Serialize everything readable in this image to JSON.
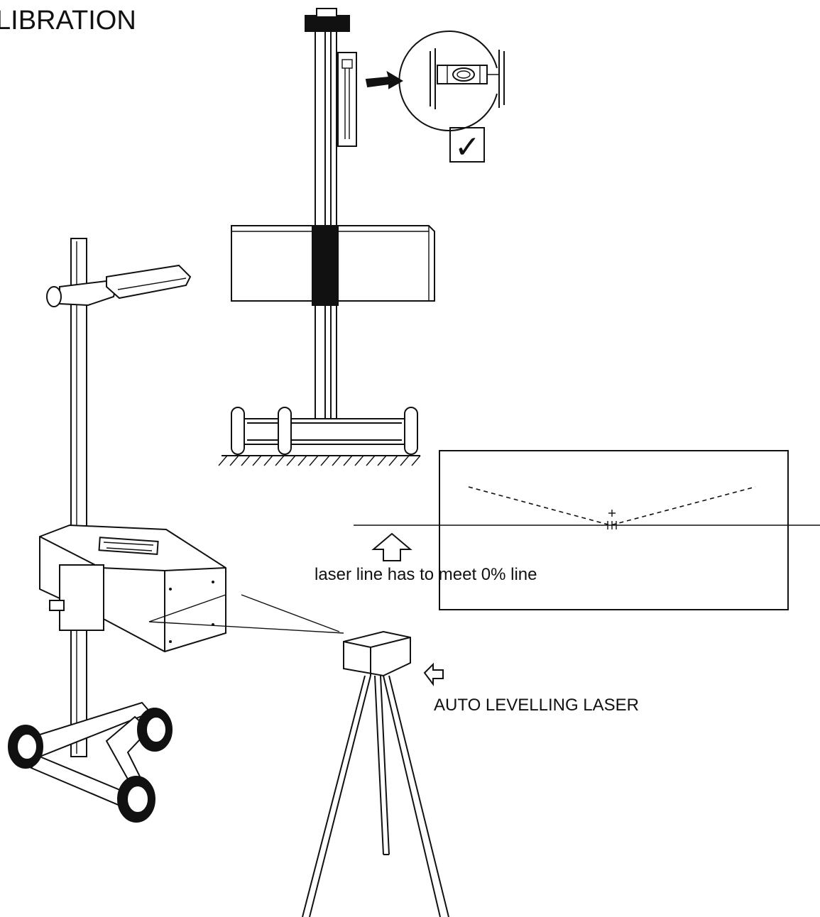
{
  "title": "LIBRATION",
  "screen": {
    "note": "laser line has to meet 0% line"
  },
  "laser": {
    "label": "AUTO LEVELLING LASER"
  },
  "check_mark": "✓",
  "colors": {
    "line": "#111111",
    "background": "#ffffff"
  }
}
